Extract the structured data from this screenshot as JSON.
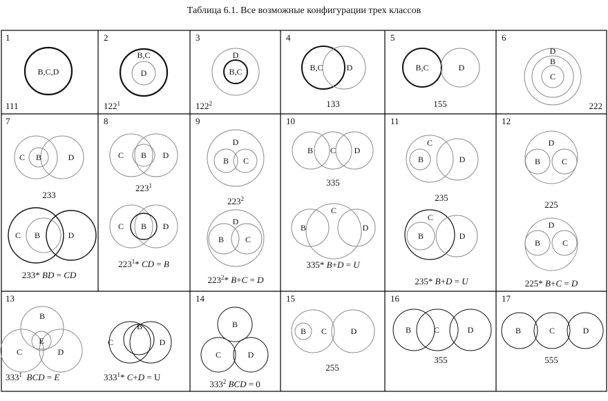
{
  "title": "Таблица 6.1. Все возможные конфигурации трех классов",
  "cells": [
    {
      "num": "1",
      "caps": [
        "111"
      ]
    },
    {
      "num": "2",
      "caps": [
        "122<sup>1</sup>"
      ]
    },
    {
      "num": "3",
      "caps": [
        "122<sup>2</sup>"
      ]
    },
    {
      "num": "4",
      "caps": [
        "133"
      ]
    },
    {
      "num": "5",
      "caps": [
        "155"
      ]
    },
    {
      "num": "6",
      "caps": [
        "222"
      ]
    },
    {
      "num": "7",
      "caps": [
        "233",
        "233* <i>BD</i> = <i>CD</i>"
      ]
    },
    {
      "num": "8",
      "caps": [
        "223<sup>1</sup>",
        "223<sup>1</sup>* <i>CD</i> = <i>B</i>"
      ]
    },
    {
      "num": "9",
      "caps": [
        "223<sup>2</sup>",
        "223<sup>2</sup>* <i>B</i>+<i>C</i> = <i>D</i>"
      ]
    },
    {
      "num": "10",
      "caps": [
        "335",
        "335* <i>B</i>+<i>D</i> = <i>U</i>"
      ]
    },
    {
      "num": "11",
      "caps": [
        "235",
        "235* <i>B</i>+<i>D</i> = <i>U</i>"
      ]
    },
    {
      "num": "12",
      "caps": [
        "225",
        "225* <i>B</i>+<i>C</i> = <i>D</i>"
      ]
    },
    {
      "num": "13",
      "caps": [
        "333<sup>1</sup> &nbsp;<i>BCD</i> = <i>E</i>",
        "333<sup>1</sup>* <i>C</i>+<i>D</i> = U"
      ]
    },
    {
      "num": "14",
      "caps": [
        "333<sup>2</sup> <i>BCD</i> = 0"
      ]
    },
    {
      "num": "15",
      "caps": [
        "255"
      ]
    },
    {
      "num": "16",
      "caps": [
        "355"
      ]
    },
    {
      "num": "17",
      "caps": [
        "555"
      ]
    }
  ],
  "circle_labels": {
    "BCD": "B,C,D",
    "BC": "B,C",
    "B": "B",
    "C": "C",
    "D": "D",
    "E": "E"
  }
}
